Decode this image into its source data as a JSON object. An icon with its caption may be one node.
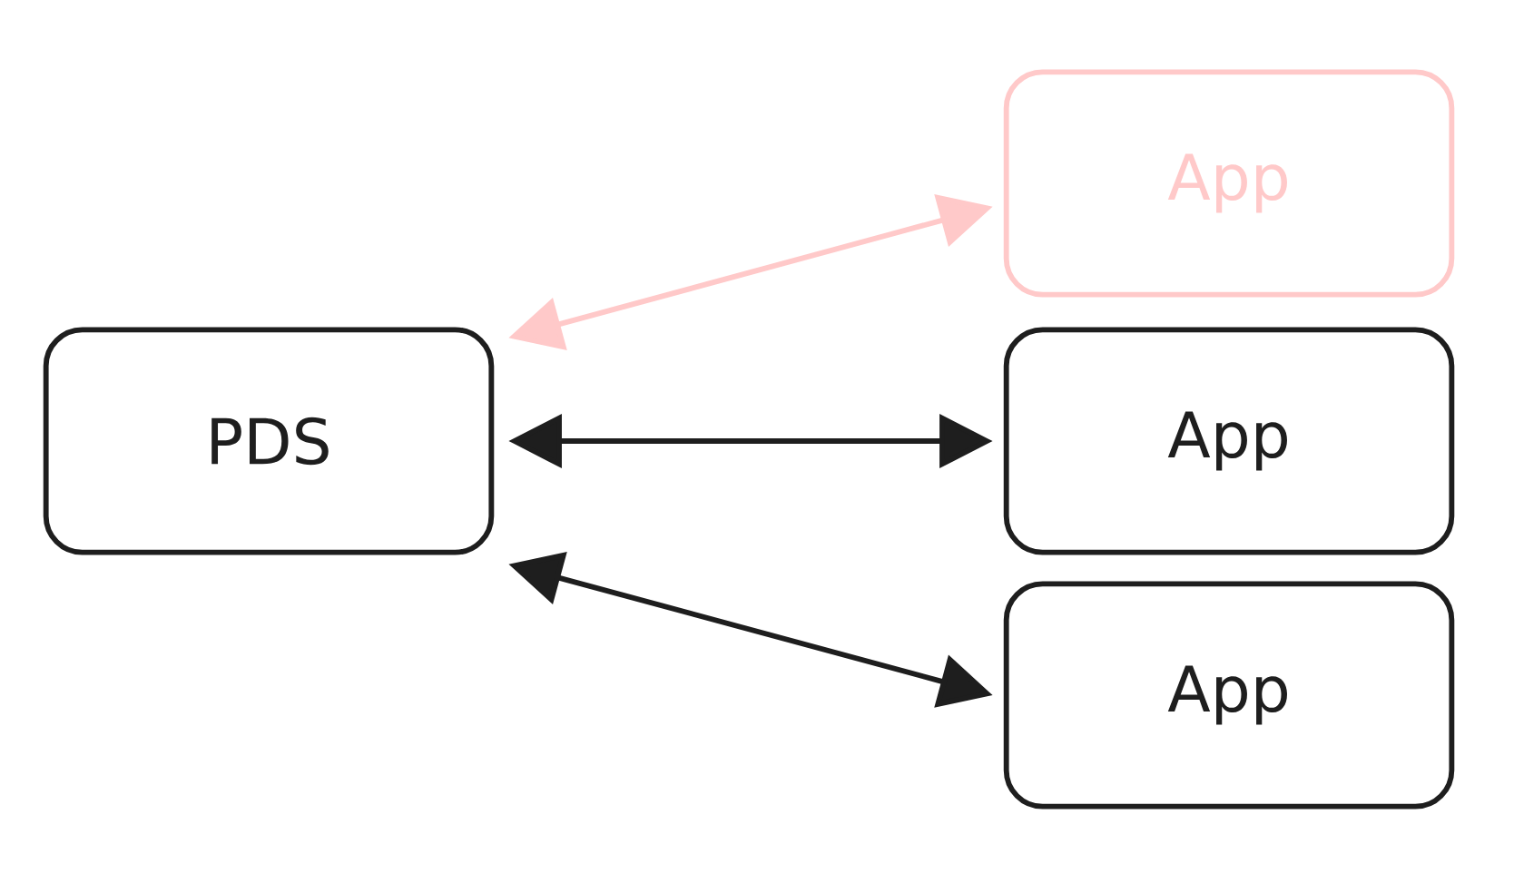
{
  "diagram": {
    "nodes": [
      {
        "text": [
          "PDS"
        ]
      },
      {
        "text": [
          "App"
        ]
      },
      {
        "text": [
          "App"
        ]
      },
      {
        "text": [
          "App"
        ]
      }
    ],
    "edges": [
      {
        "from": 0,
        "to": 1,
        "arrow": "both",
        "color": "#ffc9c9"
      },
      {
        "from": 0,
        "to": 2,
        "arrow": "both"
      },
      {
        "from": 0,
        "to": 3,
        "arrow": "both"
      }
    ]
  }
}
